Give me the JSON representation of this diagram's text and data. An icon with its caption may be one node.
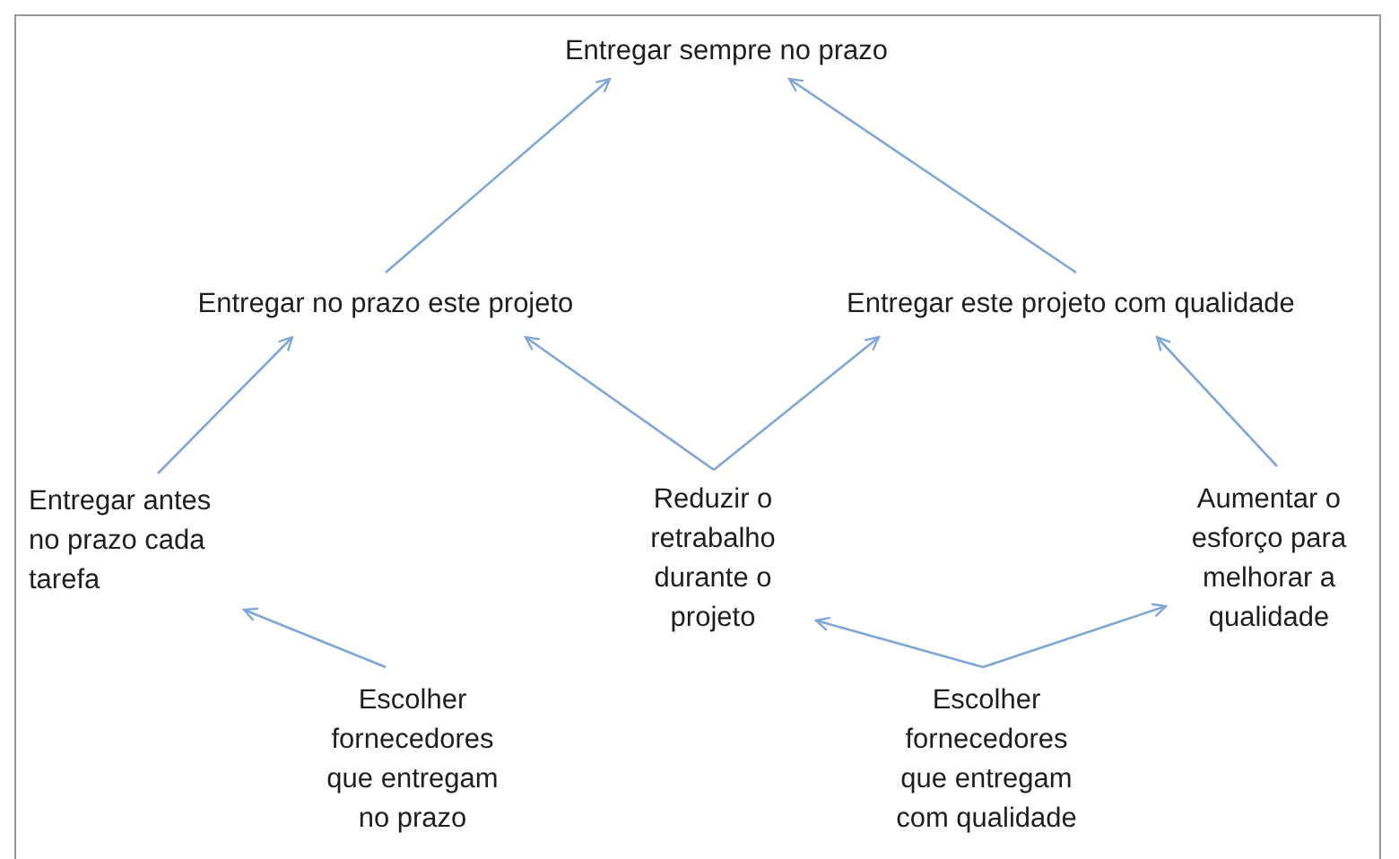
{
  "diagram": {
    "nodes": [
      {
        "text": [
          "Entregar sempre no prazo"
        ]
      },
      {
        "text": [
          "Entregar no prazo este projeto"
        ]
      },
      {
        "text": [
          "Entregar este projeto com qualidade"
        ]
      },
      {
        "text": [
          "Entregar antes no prazo cada tarefa"
        ]
      },
      {
        "text": [
          "Reduzir o retrabalho durante o projeto"
        ]
      },
      {
        "text": [
          "Aumentar o esforço para melhorar a qualidade"
        ]
      },
      {
        "text": [
          "Escolher fornecedores que entregam no prazo"
        ]
      },
      {
        "text": [
          "Escolher fornecedores que entregam com qualidade"
        ]
      }
    ],
    "edges": [
      {
        "from": 1,
        "to": 0,
        "arrow": "to"
      },
      {
        "from": 2,
        "to": 0,
        "arrow": "to"
      },
      {
        "from": 3,
        "to": 1,
        "arrow": "to"
      },
      {
        "from": 4,
        "to": 1,
        "arrow": "to"
      },
      {
        "from": 4,
        "to": 2,
        "arrow": "to"
      },
      {
        "from": 5,
        "to": 2,
        "arrow": "to"
      },
      {
        "from": 6,
        "to": 3,
        "arrow": "to"
      },
      {
        "from": 7,
        "to": 4,
        "arrow": "to"
      },
      {
        "from": 7,
        "to": 5,
        "arrow": "to"
      }
    ]
  }
}
